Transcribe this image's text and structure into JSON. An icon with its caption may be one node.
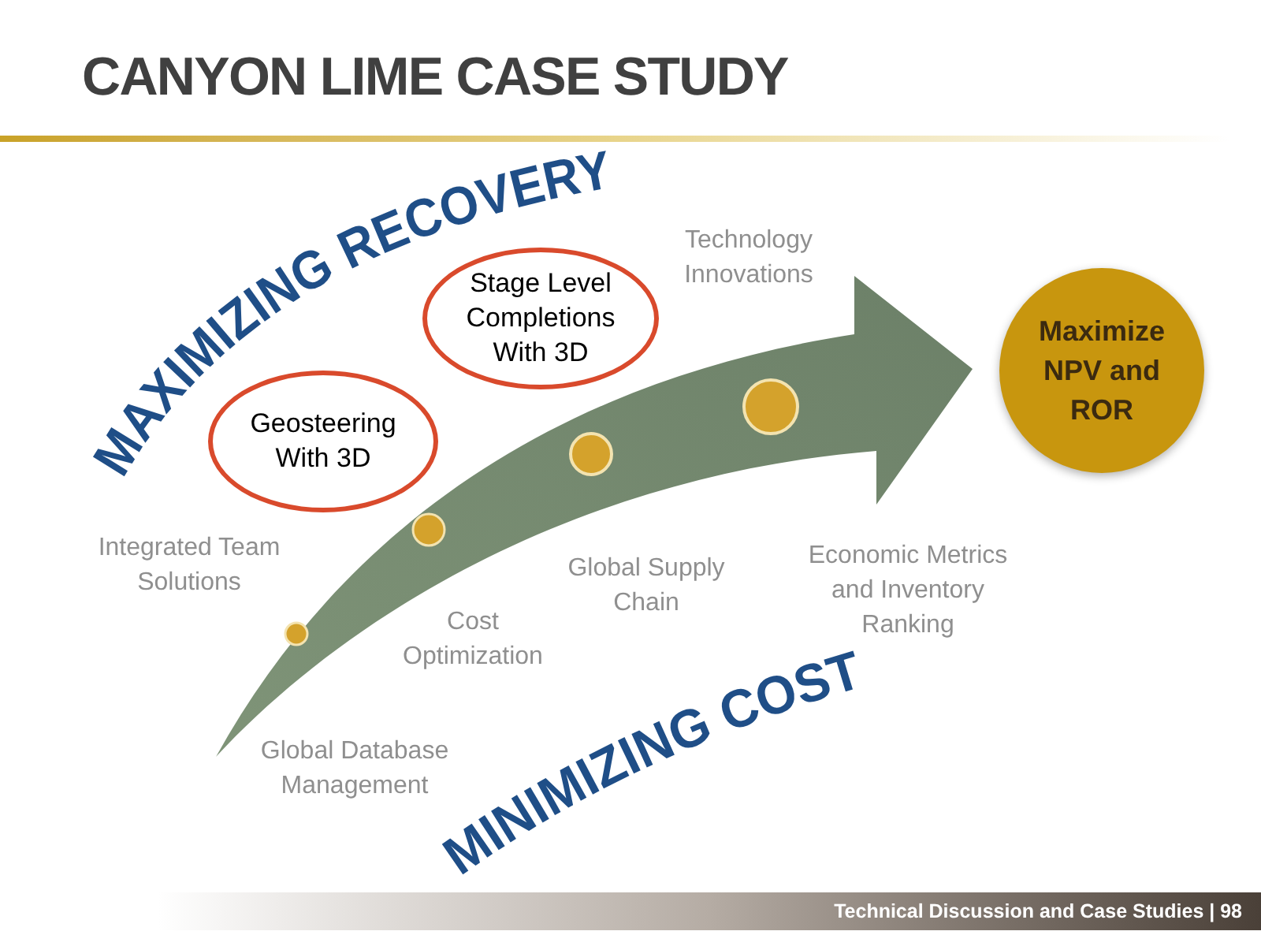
{
  "diagram": {
    "title": "CANYON LIME CASE STUDY",
    "nodes": [
      {
        "text": [
          "Stage Level Completions With 3D"
        ]
      },
      {
        "text": [
          "Maximize NPV and ROR"
        ]
      },
      {
        "text": [
          "Geosteering With 3D"
        ]
      }
    ],
    "labels": [
      "MAXIMIZING RECOVERY",
      "Technology Innovations",
      "Integrated Team Solutions",
      "Global Supply Chain",
      "Economic Metrics and Inventory Ranking",
      "Cost Optimization",
      "Global Database Management",
      "MINIMIZING COST",
      "Technical Discussion and Case Studies | 98"
    ]
  }
}
